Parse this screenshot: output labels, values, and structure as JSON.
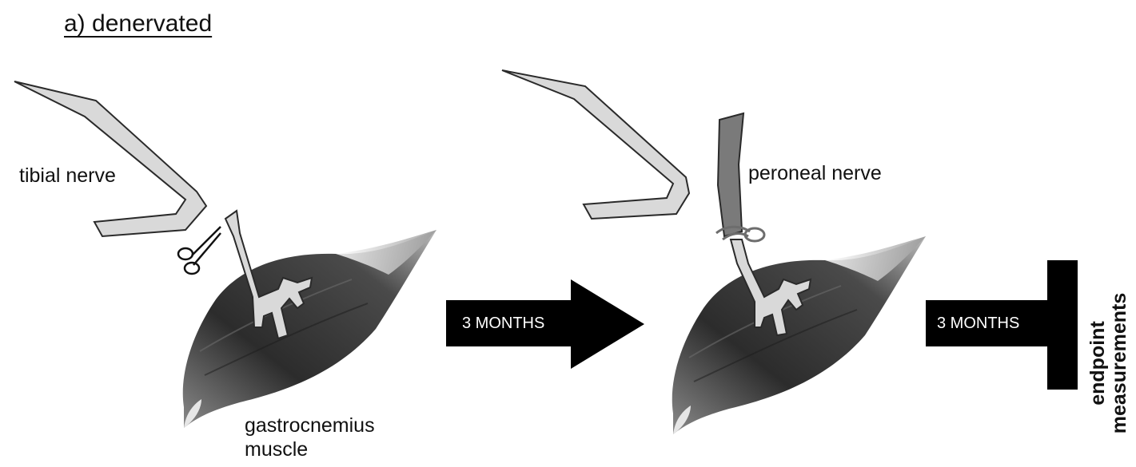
{
  "panel_title": "a) denervated",
  "labels": {
    "tibial_nerve": "tibial nerve",
    "peroneal_nerve": "peroneal nerve",
    "muscle_line1": "gastrocnemius",
    "muscle_line2": "muscle"
  },
  "arrows": {
    "first": "3 MONTHS",
    "second": "3 MONTHS"
  },
  "endpoint": {
    "line1": "endpoint",
    "line2": "measurements"
  },
  "colors": {
    "nerve_light": "#d9d9d9",
    "nerve_dark": "#7a7a7a",
    "muscle_dark": "#3d3d3d",
    "arrow": "#000000"
  },
  "icons": [
    "scissors-icon",
    "suture-loop-icon"
  ]
}
